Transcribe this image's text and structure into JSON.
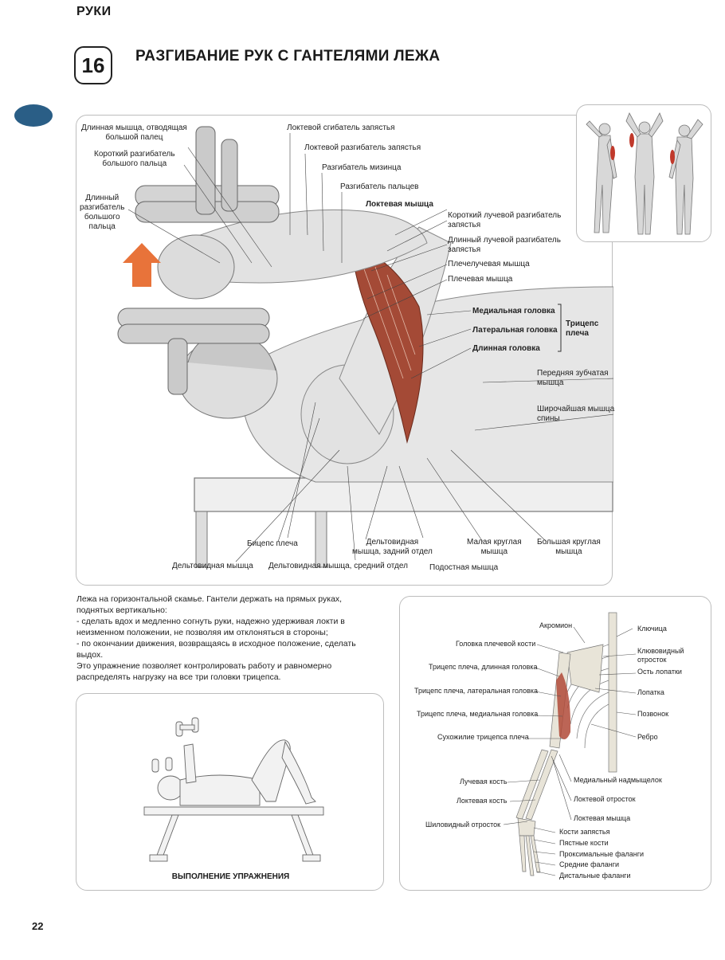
{
  "header": {
    "section": "РУКИ",
    "exercise_number": "16",
    "title": "РАЗГИБАНИЕ РУК С ГАНТЕЛЯМИ ЛЕЖА"
  },
  "main_labels": {
    "l_long_abductor": "Длинная мышца, отводящая\nбольшой палец",
    "l_short_extensor_thumb": "Короткий разгибатель\nбольшого пальца",
    "l_long_extensor_thumb": "Длинный\nразгибатель\nбольшого\nпальца",
    "l_flexor_carpi_ulnaris": "Локтевой сгибатель запястья",
    "l_extensor_carpi_ulnaris": "Локтевой разгибатель запястья",
    "l_extensor_digiti_minimi": "Разгибатель мизинца",
    "l_extensor_digitorum": "Разгибатель пальцев",
    "l_anconeus": "Локтевая мышца",
    "l_ecr_brevis": "Короткий лучевой разгибатель\nзапястья",
    "l_ecr_longus": "Длинный лучевой разгибатель\nзапястья",
    "l_brachioradialis": "Плечелучевая мышца",
    "l_brachialis": "Плечевая мышца",
    "l_medial_head": "Медиальная головка",
    "l_lateral_head": "Латеральная головка",
    "l_long_head": "Длинная головка",
    "l_triceps": "Трицепс\nплеча",
    "l_serratus": "Передняя зубчатая\nмышца",
    "l_latissimus": "Широчайшая мышца\nспины",
    "l_biceps": "Бицепс плеча",
    "l_deltoid_posterior": "Дельтовидная\nмышца, задний отдел",
    "l_teres_minor": "Малая круглая\nмышца",
    "l_teres_major": "Большая круглая\nмышца",
    "l_deltoid": "Дельтовидная мышца",
    "l_deltoid_middle": "Дельтовидная мышца, средний отдел",
    "l_infraspinatus": "Подостная мышца"
  },
  "description": {
    "intro": "Лежа на горизонтальной скамье. Гантели держать на прямых руках, поднятых вертикально:",
    "step1": "- сделать вдох и медленно согнуть руки, надежно удерживая локти в неизменном положении, не позволяя им отклоняться в стороны;",
    "step2": "- по окончании движения, возвращаясь в исходное положение, сделать выдох.",
    "summary": "Это упражнение позволяет контролировать работу и равномерно распределять нагрузку на все три головки трицепса."
  },
  "exec_caption": "ВЫПОЛНЕНИЕ УПРАЖНЕНИЯ",
  "anat_labels": {
    "a_acromion": "Акромион",
    "a_clavicle": "Ключица",
    "a_humeral_head": "Головка плечевой кости",
    "a_coracoid": "Клювовидный\nотросток",
    "a_triceps_long": "Трицепс плеча, длинная головка",
    "a_scapular_spine": "Ость лопатки",
    "a_triceps_lateral": "Трицепс плеча, латеральная головка",
    "a_scapula": "Лопатка",
    "a_triceps_medial": "Трицепс плеча, медиальная головка",
    "a_vertebra": "Позвонок",
    "a_triceps_tendon": "Сухожилие трицепса плеча",
    "a_rib": "Ребро",
    "a_medial_epicondyle": "Медиальный надмыщелок",
    "a_radius": "Лучевая кость",
    "a_ulna": "Локтевая кость",
    "a_olecranon": "Локтевой отросток",
    "a_anconeus": "Локтевая мышца",
    "a_styloid": "Шиловидный отросток",
    "a_carpals": "Кости запястья",
    "a_metacarpals": "Пястные кости",
    "a_proximal": "Проксимальные фаланги",
    "a_middle": "Средние фаланги",
    "a_distal": "Дистальные фаланги"
  },
  "page_number": "22",
  "colors": {
    "accent_tab": "#2a5e86",
    "arrow": "#e8733a",
    "muscle_red": "#9c3b2a"
  }
}
